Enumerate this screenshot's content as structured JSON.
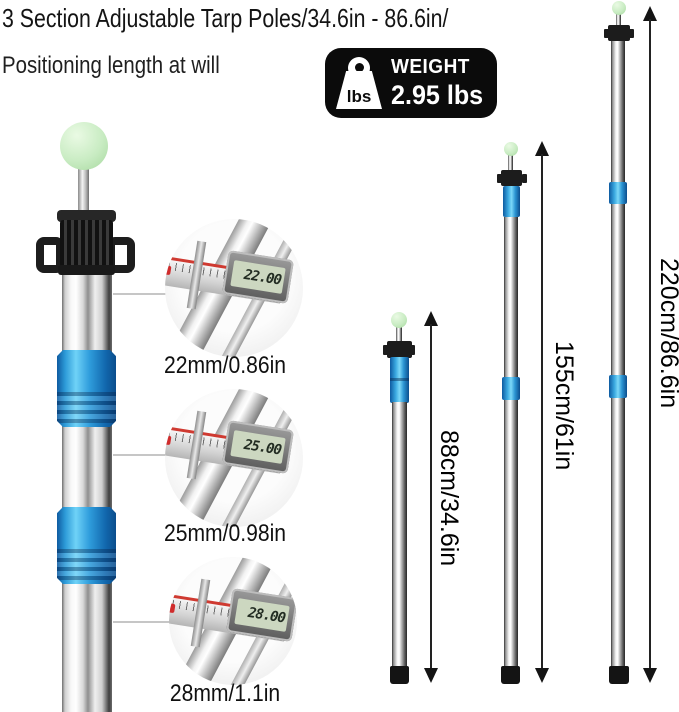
{
  "header": {
    "title": "3 Section Adjustable Tarp Poles/34.6in - 86.6in/",
    "subtitle": "Positioning length at will"
  },
  "weight_badge": {
    "icon": "weight-icon",
    "unit_text": "lbs",
    "label": "WEIGHT",
    "value": "2.95 lbs"
  },
  "diameter_callouts": [
    {
      "display": "22.00",
      "label": "22mm/0.86in"
    },
    {
      "display": "25.00",
      "label": "25mm/0.98in"
    },
    {
      "display": "28.00",
      "label": "28mm/1.1in"
    }
  ],
  "length_markers": [
    {
      "label": "88cm/34.6in"
    },
    {
      "label": "155cm/61in"
    },
    {
      "label": "220cm/86.6in"
    }
  ],
  "colors": {
    "badge_bg": "#0b0b0b",
    "accent_blue": "#2b9ddd",
    "ball_green": "#c9ecc3",
    "hardware_black": "#1c1c1c",
    "caliper_lcd": "#ccd7c0",
    "caliper_red_line": "#cf3a31"
  }
}
